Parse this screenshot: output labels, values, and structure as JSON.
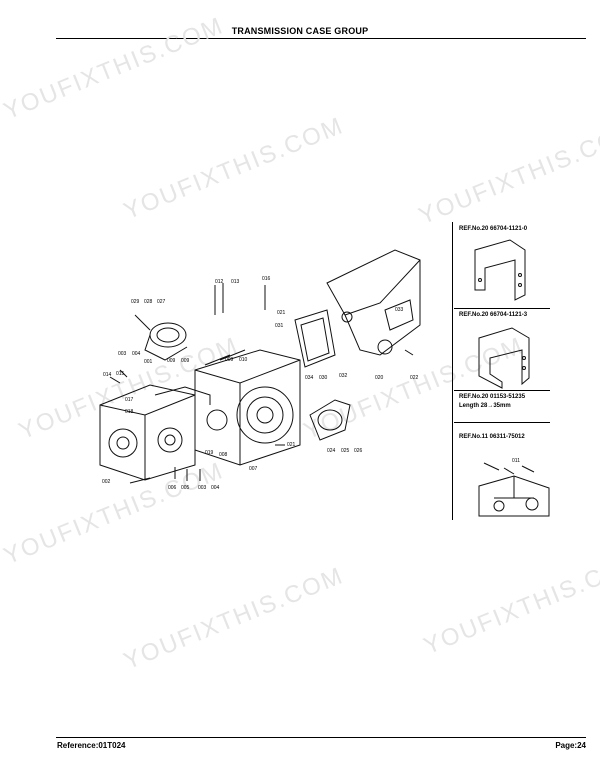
{
  "page": {
    "title": "TRANSMISSION CASE GROUP",
    "reference": "Reference:01T024",
    "page_number": "Page:24"
  },
  "watermark": {
    "text": "YOUFIXTHIS.COM"
  },
  "side_panel": {
    "refs": [
      {
        "id": "ref-1",
        "text": "REF.No.20 66704-1121-0"
      },
      {
        "id": "ref-2",
        "text": "REF.No.20 66704-1121-3"
      },
      {
        "id": "ref-3",
        "text": "REF.No.20 01153-51235"
      },
      {
        "id": "ref-3-length",
        "text": "Length 28→35mm"
      },
      {
        "id": "ref-4",
        "text": "REF.No.11 06311-75012"
      }
    ],
    "inset_callout": "011"
  },
  "callouts": {
    "c012": "012",
    "c013": "013",
    "c016": "016",
    "c029": "029",
    "c028": "028",
    "c027": "027",
    "c021a": "021",
    "c031": "031",
    "c033": "033",
    "c003a": "003",
    "c004a": "004",
    "c001": "001",
    "c009a": "009",
    "c009b": "009",
    "c009c": "009",
    "c010": "010",
    "c014": "014",
    "c015": "015",
    "c017": "017",
    "c018": "018",
    "c034": "034",
    "c030": "030",
    "c032": "032",
    "c020": "020",
    "c022": "022",
    "c019": "019",
    "c008": "008",
    "c021b": "021",
    "c007": "007",
    "c024": "024",
    "c025": "025",
    "c026": "026",
    "c002": "002",
    "c006": "006",
    "c005": "005",
    "c003b": "003",
    "c004b": "004"
  }
}
